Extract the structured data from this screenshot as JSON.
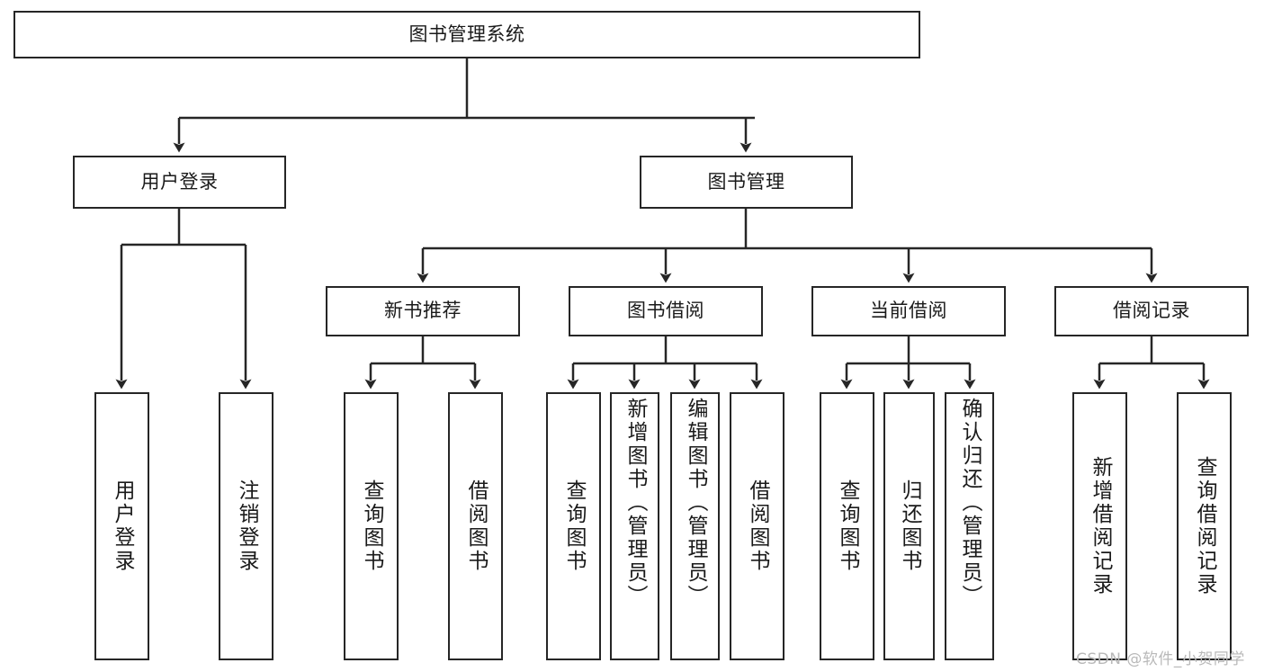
{
  "diagram": {
    "title": "图书管理系统",
    "type": "tree-hierarchy",
    "root": {
      "id": "root",
      "label": "图书管理系统"
    },
    "level2": [
      {
        "id": "user-login",
        "label": "用户登录"
      },
      {
        "id": "book-manage",
        "label": "图书管理"
      }
    ],
    "level3": [
      {
        "id": "new-book-rec",
        "label": "新书推荐",
        "parent": "book-manage"
      },
      {
        "id": "book-borrow",
        "label": "图书借阅",
        "parent": "book-manage"
      },
      {
        "id": "current-borrow",
        "label": "当前借阅",
        "parent": "book-manage"
      },
      {
        "id": "borrow-record",
        "label": "借阅记录",
        "parent": "book-manage"
      }
    ],
    "leaves": [
      {
        "id": "leaf-user-login",
        "label": "用户登录",
        "parent": "user-login"
      },
      {
        "id": "leaf-logout",
        "label": "注销登录",
        "parent": "user-login"
      },
      {
        "id": "leaf-query-book-1",
        "label": "查询图书",
        "parent": "new-book-rec"
      },
      {
        "id": "leaf-borrow-book-1",
        "label": "借阅图书",
        "parent": "new-book-rec"
      },
      {
        "id": "leaf-query-book-2",
        "label": "查询图书",
        "parent": "book-borrow"
      },
      {
        "id": "leaf-add-book",
        "label": "新增图书（管理员）",
        "parent": "book-borrow"
      },
      {
        "id": "leaf-edit-book",
        "label": "编辑图书（管理员）",
        "parent": "book-borrow"
      },
      {
        "id": "leaf-borrow-book-2",
        "label": "借阅图书",
        "parent": "book-borrow"
      },
      {
        "id": "leaf-query-book-3",
        "label": "查询图书",
        "parent": "current-borrow"
      },
      {
        "id": "leaf-return-book",
        "label": "归还图书",
        "parent": "current-borrow"
      },
      {
        "id": "leaf-confirm-return",
        "label": "确认归还（管理员）",
        "parent": "current-borrow"
      },
      {
        "id": "leaf-add-record",
        "label": "新增借阅记录",
        "parent": "borrow-record"
      },
      {
        "id": "leaf-query-record",
        "label": "查询借阅记录",
        "parent": "borrow-record"
      }
    ],
    "colors": {
      "stroke": "#262626",
      "background": "#ffffff",
      "text": "#1a1a1a",
      "watermark": "#b9b9b9"
    }
  },
  "watermark": {
    "text": "CSDN @软件_小贺同学"
  }
}
